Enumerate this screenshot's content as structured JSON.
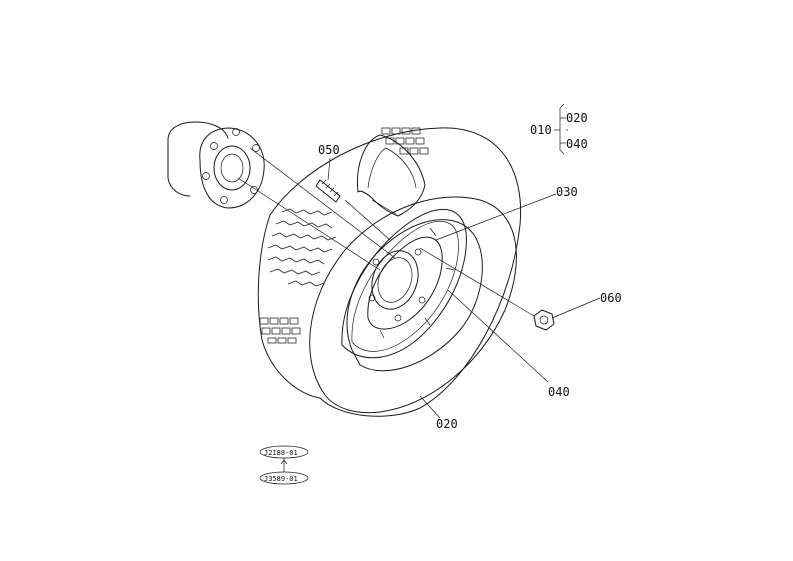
{
  "callouts": {
    "c010": "010",
    "c020_top": "020",
    "c040_top": "040",
    "c050": "050",
    "c030": "030",
    "c060": "060",
    "c040": "040",
    "c020": "020"
  },
  "reference": {
    "code_a": "J2188-01",
    "code_b": "J3589-01"
  },
  "colors": {
    "line": "#1a1a1a",
    "background": "#ffffff"
  }
}
